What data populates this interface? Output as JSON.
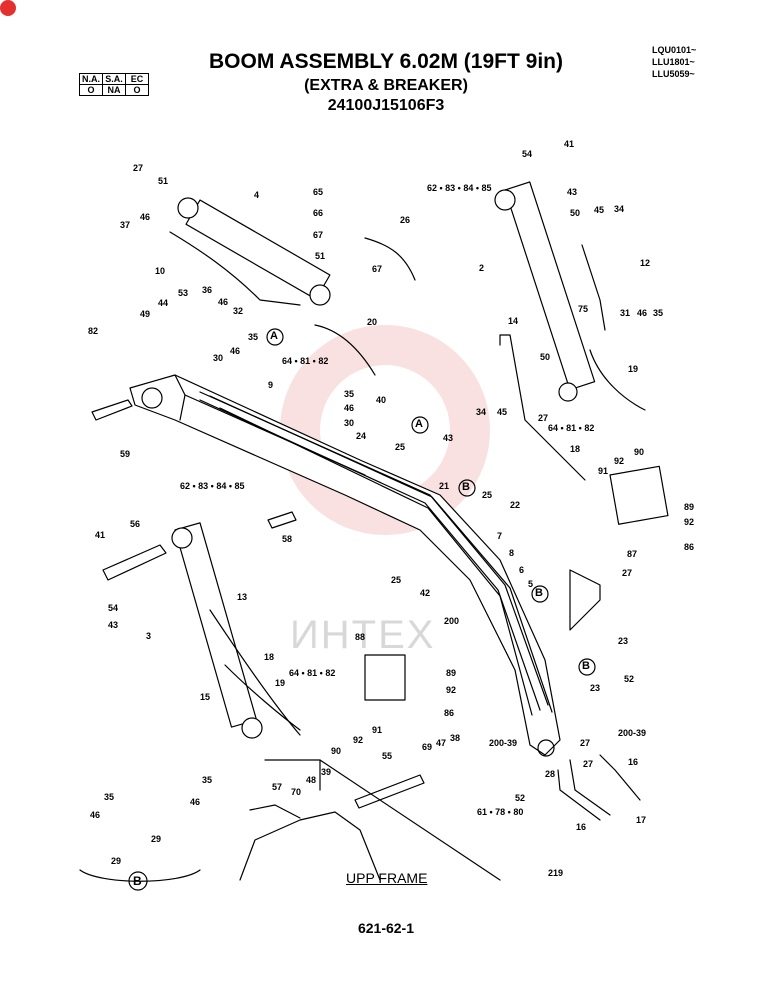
{
  "title": {
    "line1": "BOOM ASSEMBLY 6.02M (19FT 9in)",
    "line2": "(EXTRA & BREAKER)",
    "line3": "24100J15106F3"
  },
  "serial_codes": [
    "LQU0101~",
    "LLU1801~",
    "LLU5059~"
  ],
  "availability": {
    "headers": [
      "N.A.",
      "S.A.",
      "EC"
    ],
    "values": [
      "O",
      "NA",
      "O"
    ]
  },
  "watermark": "ИНТЕХ",
  "frame_label": "UPP FRAME",
  "page_number": "621-62-1",
  "callouts": {
    "A": "A",
    "B": "B"
  },
  "part_labels": [
    {
      "id": "p27a",
      "text": "27"
    },
    {
      "id": "p4",
      "text": "4"
    },
    {
      "id": "p51a",
      "text": "51"
    },
    {
      "id": "p37",
      "text": "37"
    },
    {
      "id": "p46a",
      "text": "46"
    },
    {
      "id": "p65",
      "text": "65"
    },
    {
      "id": "p66",
      "text": "66"
    },
    {
      "id": "p67a",
      "text": "67"
    },
    {
      "id": "p26",
      "text": "26"
    },
    {
      "id": "p51b",
      "text": "51"
    },
    {
      "id": "p67b",
      "text": "67"
    },
    {
      "id": "p10",
      "text": "10"
    },
    {
      "id": "p36",
      "text": "36"
    },
    {
      "id": "p53",
      "text": "53"
    },
    {
      "id": "p46b",
      "text": "46"
    },
    {
      "id": "p32",
      "text": "32"
    },
    {
      "id": "p44",
      "text": "44"
    },
    {
      "id": "p49",
      "text": "49"
    },
    {
      "id": "p35a",
      "text": "35"
    },
    {
      "id": "p46c",
      "text": "46"
    },
    {
      "id": "p30a",
      "text": "30"
    },
    {
      "id": "p82",
      "text": "82"
    },
    {
      "id": "p20",
      "text": "20"
    },
    {
      "id": "p64a",
      "text": "64 • 81 • 82"
    },
    {
      "id": "p9",
      "text": "9"
    },
    {
      "id": "p59",
      "text": "59"
    },
    {
      "id": "p35b",
      "text": "35"
    },
    {
      "id": "p46d",
      "text": "46"
    },
    {
      "id": "p30b",
      "text": "30"
    },
    {
      "id": "p40",
      "text": "40"
    },
    {
      "id": "p24",
      "text": "24"
    },
    {
      "id": "p25a",
      "text": "25"
    },
    {
      "id": "p43a",
      "text": "43"
    },
    {
      "id": "p54a",
      "text": "54"
    },
    {
      "id": "p41a",
      "text": "41"
    },
    {
      "id": "p43b",
      "text": "43"
    },
    {
      "id": "p62a",
      "text": "62 • 83 • 84 • 85"
    },
    {
      "id": "p50a",
      "text": "50"
    },
    {
      "id": "p45a",
      "text": "45"
    },
    {
      "id": "p34a",
      "text": "34"
    },
    {
      "id": "p2",
      "text": "2"
    },
    {
      "id": "p12",
      "text": "12"
    },
    {
      "id": "p75",
      "text": "75"
    },
    {
      "id": "p31",
      "text": "31"
    },
    {
      "id": "p46e",
      "text": "46"
    },
    {
      "id": "p35c",
      "text": "35"
    },
    {
      "id": "p14",
      "text": "14"
    },
    {
      "id": "p50b",
      "text": "50"
    },
    {
      "id": "p19a",
      "text": "19"
    },
    {
      "id": "p34b",
      "text": "34"
    },
    {
      "id": "p45b",
      "text": "45"
    },
    {
      "id": "p27b",
      "text": "27"
    },
    {
      "id": "p64b",
      "text": "64 • 81 • 82"
    },
    {
      "id": "p18a",
      "text": "18"
    },
    {
      "id": "p91a",
      "text": "91"
    },
    {
      "id": "p92a",
      "text": "92"
    },
    {
      "id": "p90a",
      "text": "90"
    },
    {
      "id": "p89a",
      "text": "89"
    },
    {
      "id": "p92b",
      "text": "92"
    },
    {
      "id": "p86a",
      "text": "86"
    },
    {
      "id": "p87",
      "text": "87"
    },
    {
      "id": "p21",
      "text": "21"
    },
    {
      "id": "p25b",
      "text": "25"
    },
    {
      "id": "p22",
      "text": "22"
    },
    {
      "id": "p62b",
      "text": "62 • 83 • 84 • 85"
    },
    {
      "id": "p58",
      "text": "58"
    },
    {
      "id": "p7",
      "text": "7"
    },
    {
      "id": "p8",
      "text": "8"
    },
    {
      "id": "p6",
      "text": "6"
    },
    {
      "id": "p5",
      "text": "5"
    },
    {
      "id": "p25c",
      "text": "25"
    },
    {
      "id": "p42",
      "text": "42"
    },
    {
      "id": "p56",
      "text": "56"
    },
    {
      "id": "p41b",
      "text": "41"
    },
    {
      "id": "p54b",
      "text": "54"
    },
    {
      "id": "p43c",
      "text": "43"
    },
    {
      "id": "p3",
      "text": "3"
    },
    {
      "id": "p13",
      "text": "13"
    },
    {
      "id": "p200a",
      "text": "200"
    },
    {
      "id": "p27c",
      "text": "27"
    },
    {
      "id": "p23a",
      "text": "23"
    },
    {
      "id": "p18b",
      "text": "18"
    },
    {
      "id": "p19b",
      "text": "19"
    },
    {
      "id": "p15",
      "text": "15"
    },
    {
      "id": "p64c",
      "text": "64 • 81 • 82"
    },
    {
      "id": "p88",
      "text": "88"
    },
    {
      "id": "p89b",
      "text": "89"
    },
    {
      "id": "p92c",
      "text": "92"
    },
    {
      "id": "p86b",
      "text": "86"
    },
    {
      "id": "p23b",
      "text": "23"
    },
    {
      "id": "p52a",
      "text": "52"
    },
    {
      "id": "p200b",
      "text": "200-39"
    },
    {
      "id": "p27d",
      "text": "27"
    },
    {
      "id": "p91b",
      "text": "91"
    },
    {
      "id": "p92d",
      "text": "92"
    },
    {
      "id": "p90b",
      "text": "90"
    },
    {
      "id": "p69",
      "text": "69"
    },
    {
      "id": "p47",
      "text": "47"
    },
    {
      "id": "p38",
      "text": "38"
    },
    {
      "id": "p200c",
      "text": "200-39"
    },
    {
      "id": "p55",
      "text": "55"
    },
    {
      "id": "p28",
      "text": "28"
    },
    {
      "id": "p27e",
      "text": "27"
    },
    {
      "id": "p16a",
      "text": "16"
    },
    {
      "id": "p35d",
      "text": "35"
    },
    {
      "id": "p46f",
      "text": "46"
    },
    {
      "id": "p48",
      "text": "48"
    },
    {
      "id": "p39",
      "text": "39"
    },
    {
      "id": "p57",
      "text": "57"
    },
    {
      "id": "p70",
      "text": "70"
    },
    {
      "id": "p52b",
      "text": "52"
    },
    {
      "id": "p61",
      "text": "61 • 78 • 80"
    },
    {
      "id": "p17",
      "text": "17"
    },
    {
      "id": "p16b",
      "text": "16"
    },
    {
      "id": "p35e",
      "text": "35"
    },
    {
      "id": "p46g",
      "text": "46"
    },
    {
      "id": "p29a",
      "text": "29"
    },
    {
      "id": "p29b",
      "text": "29"
    },
    {
      "id": "p219",
      "text": "219"
    }
  ]
}
